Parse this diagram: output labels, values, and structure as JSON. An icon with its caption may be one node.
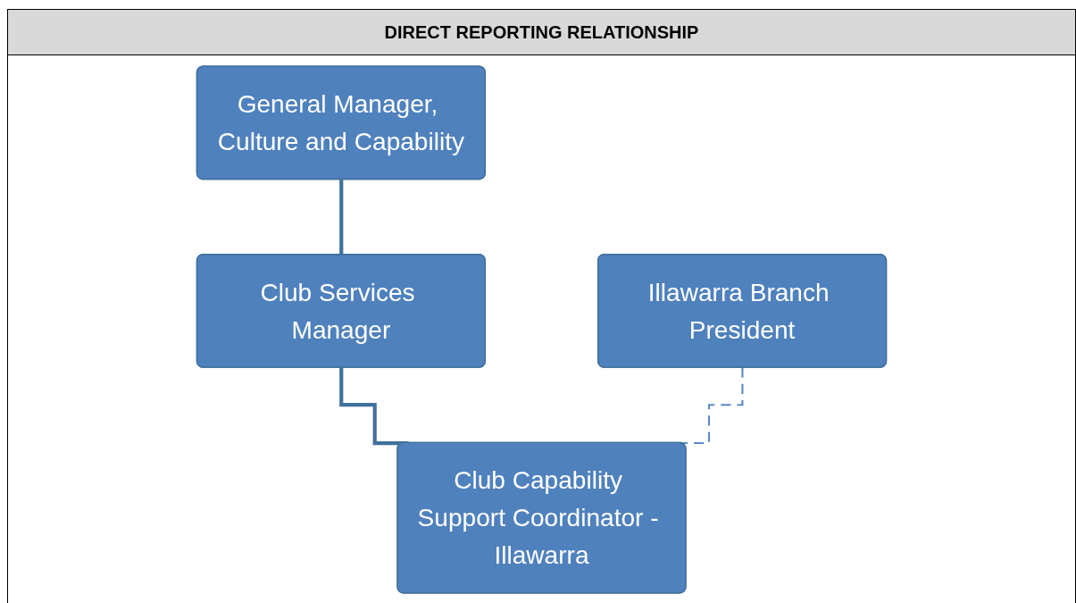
{
  "diagram": {
    "title": "DIRECT REPORTING RELATIONSHIP",
    "nodes": [
      {
        "text": [
          "General Manager, Culture and Capability"
        ]
      },
      {
        "text": [
          "Club Services Manager"
        ]
      },
      {
        "text": [
          "Illawarra Branch President"
        ]
      },
      {
        "text": [
          "Club Capability Support Coordinator - Illawarra"
        ]
      }
    ],
    "edges": [
      {
        "from": 0,
        "to": 1,
        "arrow": "none"
      },
      {
        "from": 1,
        "to": 3,
        "arrow": "none"
      },
      {
        "from": 2,
        "to": 3,
        "arrow": "none",
        "style": "dashed",
        "color": "#5b8ac6"
      }
    ]
  }
}
